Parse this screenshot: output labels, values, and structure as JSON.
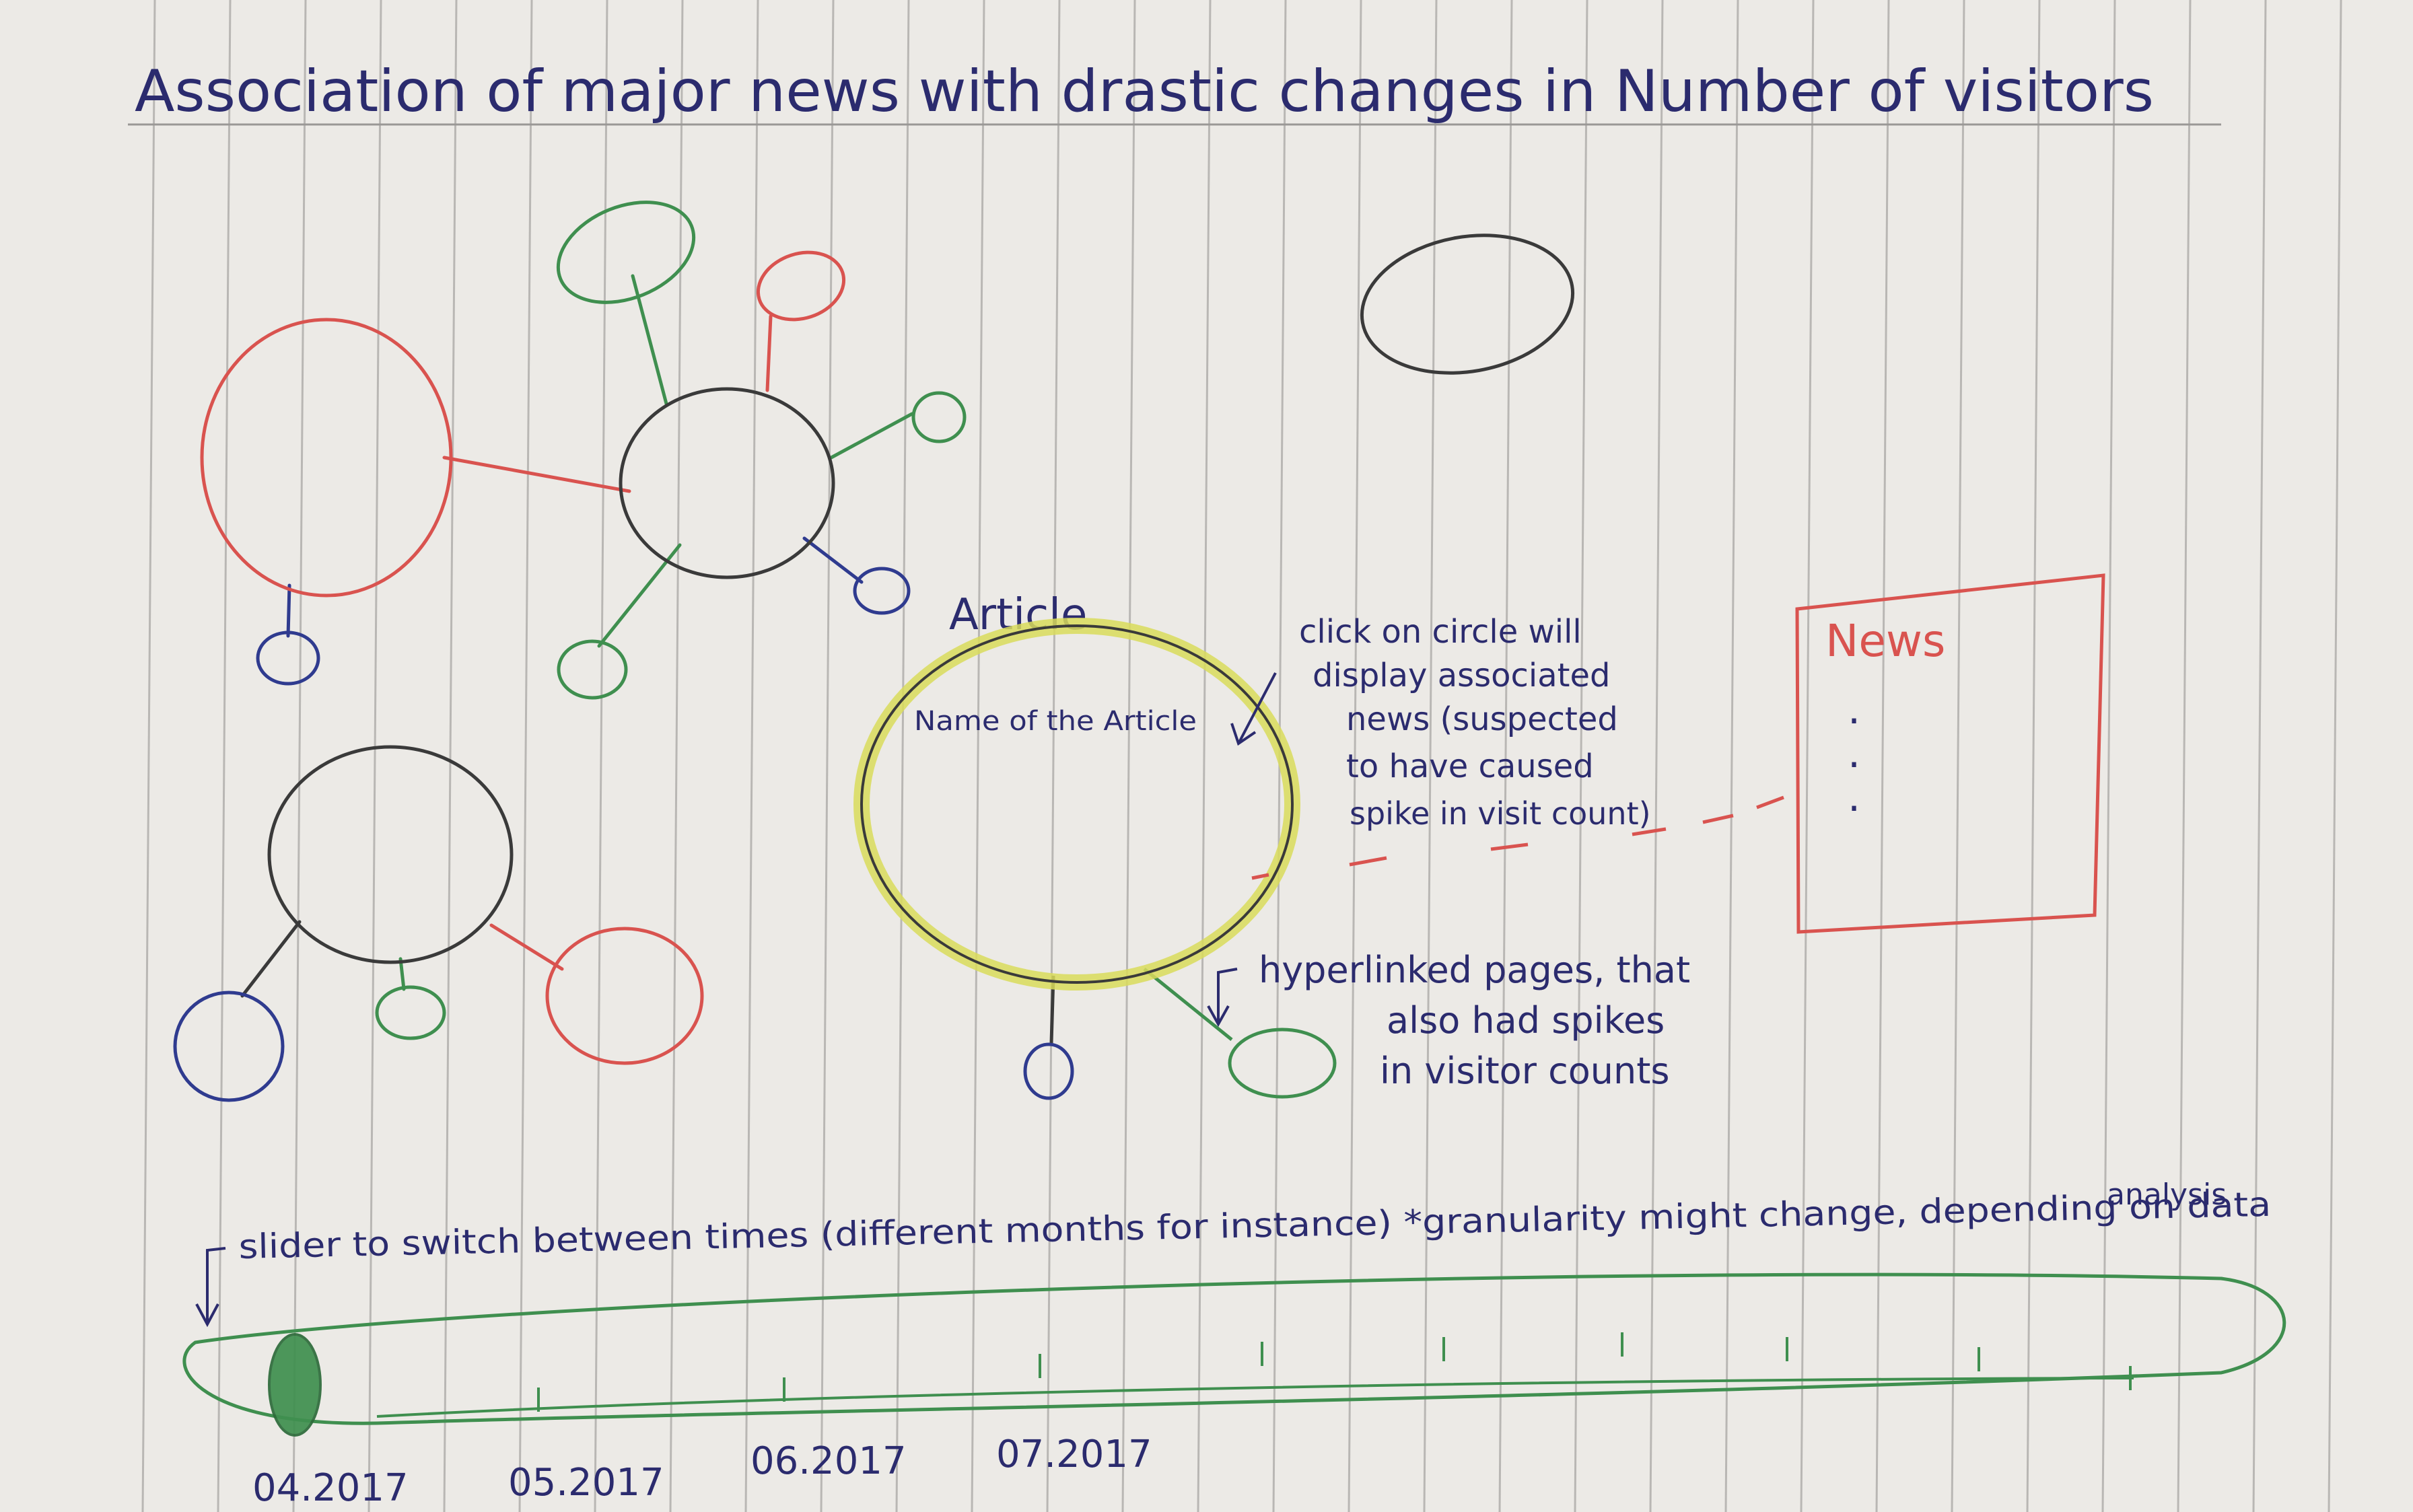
{
  "title": "Association of major news with drastic changes in Number of visitors",
  "colors": {
    "paper": "#eceae6",
    "rule": "#b9b7b4",
    "ink_black": "#3a3a3a",
    "ink_red": "#d9534f",
    "ink_green": "#3f8f4f",
    "ink_blue": "#2f3b8f",
    "ink_yellow": "#d9dc5a",
    "text_ink": "#2b2b6e"
  },
  "article": {
    "title": "Article",
    "name_label": "Name of the Article"
  },
  "annotations": {
    "click_note": [
      "click on circle will",
      "display associated",
      "news (suspected",
      "to have caused",
      "spike in visit count)"
    ],
    "hyperlink_note": [
      "hyperlinked pages, that",
      "also had spikes",
      "in visitor counts"
    ],
    "slider_note": "slider to switch between times (different months for instance) *granularity might change, depending on data",
    "slider_note_cont": "analysis"
  },
  "news_panel": {
    "title": "News",
    "bullets": [
      ".",
      ".",
      "."
    ]
  },
  "slider": {
    "position": 0,
    "ticks": [
      "04.2017",
      "05.2017",
      "06.2017",
      "07.2017"
    ]
  }
}
